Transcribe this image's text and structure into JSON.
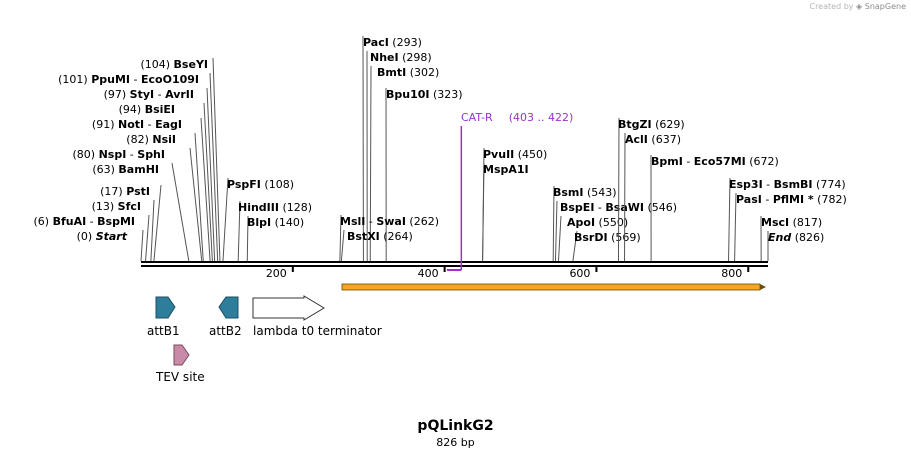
{
  "watermark": {
    "created_by": "Created by",
    "brand": "SnapGene"
  },
  "plasmid": {
    "name": "pQLinkG2",
    "length_label": "826 bp",
    "length": 826
  },
  "colors": {
    "backbone": "#000000",
    "primer": "#9933cc",
    "orf_fill": "#f5a623",
    "orf_edge": "#6b4c00",
    "attb_fill": "#2e7d9a",
    "tev_fill": "#c98aa8",
    "terminator_fill": "#ffffff"
  },
  "ticks": [
    {
      "pos": 200,
      "label": "200"
    },
    {
      "pos": 400,
      "label": "400"
    },
    {
      "pos": 600,
      "label": "600"
    },
    {
      "pos": 800,
      "label": "800"
    }
  ],
  "sites": [
    {
      "name": "BseYI",
      "pos": "(104)",
      "bp": 104,
      "num_first": true
    },
    {
      "name": "PpuMI",
      "name2": "EcoO109I",
      "pos": "(101)",
      "bp": 101,
      "num_first": true
    },
    {
      "name": "StyI",
      "name2": "AvrII",
      "pos": "(97)",
      "bp": 97,
      "num_first": true
    },
    {
      "name": "BsiEI",
      "pos": "(94)",
      "bp": 94,
      "num_first": true
    },
    {
      "name": "NotI",
      "name2": "EagI",
      "pos": "(91)",
      "bp": 91,
      "num_first": true
    },
    {
      "name": "NsiI",
      "pos": "(82)",
      "bp": 82,
      "num_first": true
    },
    {
      "name": "NspI",
      "name2": "SphI",
      "pos": "(80)",
      "bp": 80,
      "num_first": true
    },
    {
      "name": "BamHI",
      "pos": "(63)",
      "bp": 63,
      "num_first": true
    },
    {
      "name": "PstI",
      "pos": "(17)",
      "bp": 17,
      "num_first": true
    },
    {
      "name": "SfcI",
      "pos": "(13)",
      "bp": 13,
      "num_first": true
    },
    {
      "name": "BfuAI",
      "name2": "BspMI",
      "pos": "(6)",
      "bp": 6,
      "num_first": true
    },
    {
      "name": "Start",
      "pos": "(0)",
      "bp": 0,
      "num_first": true,
      "italic": true
    },
    {
      "name": "PspFI",
      "pos": "(108)",
      "bp": 108,
      "num_first": false
    },
    {
      "name": "HindIII",
      "pos": "(128)",
      "bp": 128,
      "num_first": false
    },
    {
      "name": "BlpI",
      "pos": "(140)",
      "bp": 140,
      "num_first": false
    },
    {
      "name": "PacI",
      "pos": "(293)",
      "bp": 293,
      "num_first": false
    },
    {
      "name": "NheI",
      "pos": "(298)",
      "bp": 298,
      "num_first": false
    },
    {
      "name": "BmtI",
      "pos": "(302)",
      "bp": 302,
      "num_first": false
    },
    {
      "name": "Bpu10I",
      "pos": "(323)",
      "bp": 323,
      "num_first": false
    },
    {
      "name": "MslI",
      "name2": "SwaI",
      "pos": "(262)",
      "bp": 262,
      "num_first": false
    },
    {
      "name": "BstXI",
      "pos": "(264)",
      "bp": 264,
      "num_first": false
    },
    {
      "name": "PvuII",
      "pos": "(450)",
      "bp": 450,
      "num_first": false
    },
    {
      "name": "MspA1I",
      "pos": "",
      "bp": 450,
      "num_first": false
    },
    {
      "name": "BsmI",
      "pos": "(543)",
      "bp": 543,
      "num_first": false
    },
    {
      "name": "BspEI",
      "name2": "BsaWI",
      "pos": "(546)",
      "bp": 546,
      "num_first": false
    },
    {
      "name": "ApoI",
      "pos": "(550)",
      "bp": 550,
      "num_first": false
    },
    {
      "name": "BsrDI",
      "pos": "(569)",
      "bp": 569,
      "num_first": false
    },
    {
      "name": "BtgZI",
      "pos": "(629)",
      "bp": 629,
      "num_first": false
    },
    {
      "name": "AclI",
      "pos": "(637)",
      "bp": 637,
      "num_first": false
    },
    {
      "name": "BpmI",
      "name2": "Eco57MI",
      "pos": "(672)",
      "bp": 672,
      "num_first": false
    },
    {
      "name": "Esp3I",
      "name2": "BsmBI",
      "pos": "(774)",
      "bp": 774,
      "num_first": false
    },
    {
      "name": "PasI",
      "name2": "PflMI *",
      "pos": "(782)",
      "bp": 782,
      "num_first": false
    },
    {
      "name": "MscI",
      "pos": "(817)",
      "bp": 817,
      "num_first": false
    },
    {
      "name": "End",
      "pos": "(826)",
      "bp": 826,
      "num_first": false,
      "italic": true
    }
  ],
  "primer": {
    "name": "CAT-R",
    "range": "(403 .. 422)",
    "start": 403,
    "end": 422
  },
  "features": [
    {
      "name": "attB1",
      "shape": "arrow-right",
      "color": "#2e7d9a",
      "row": 1
    },
    {
      "name": "attB2",
      "shape": "arrow-left",
      "color": "#2e7d9a",
      "row": 1
    },
    {
      "name": "lambda t0 terminator",
      "shape": "arrow-right",
      "color": "#ffffff",
      "row": 1
    },
    {
      "name": "TEV site",
      "shape": "arrow-right",
      "color": "#c98aa8",
      "row": 2
    }
  ]
}
